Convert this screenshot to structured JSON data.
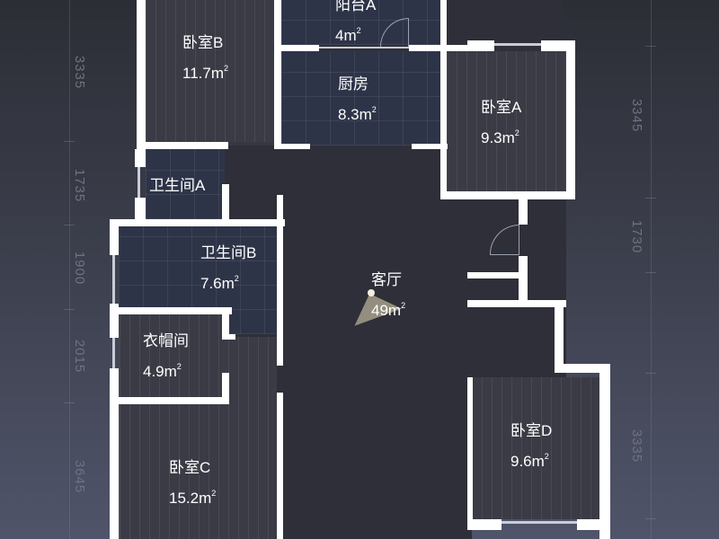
{
  "floorplan": {
    "rooms": [
      {
        "id": "bedroom-b",
        "name": "卧室B",
        "area": "11.7m",
        "unit_sup": "2"
      },
      {
        "id": "balcony-a",
        "name": "阳台A",
        "area": "4m",
        "unit_sup": "2"
      },
      {
        "id": "kitchen",
        "name": "厨房",
        "area": "8.3m",
        "unit_sup": "2"
      },
      {
        "id": "bedroom-a",
        "name": "卧室A",
        "area": "9.3m",
        "unit_sup": "2"
      },
      {
        "id": "bathroom-a",
        "name": "卫生间A",
        "area": "",
        "unit_sup": ""
      },
      {
        "id": "bathroom-b",
        "name": "卫生间B",
        "area": "7.6m",
        "unit_sup": "2"
      },
      {
        "id": "living-room",
        "name": "客厅",
        "area": "49m",
        "unit_sup": "2"
      },
      {
        "id": "cloakroom",
        "name": "衣帽间",
        "area": "4.9m",
        "unit_sup": "2"
      },
      {
        "id": "bedroom-c",
        "name": "卧室C",
        "area": "15.2m",
        "unit_sup": "2"
      },
      {
        "id": "bedroom-d",
        "name": "卧室D",
        "area": "9.6m",
        "unit_sup": "2"
      }
    ],
    "dimensions_left": [
      "3335",
      "1735",
      "1900",
      "2015",
      "3645"
    ],
    "dimensions_right": [
      "3345",
      "1730",
      "3335"
    ],
    "colors": {
      "wall": "#ffffff",
      "wood_floor": "#3b3b46",
      "tile_floor": "#2e3448",
      "living_floor": "#2e2f38",
      "background_top": "#2c2e36",
      "background_bottom": "#50546a",
      "camera_cone": "#e8dcb8"
    }
  }
}
